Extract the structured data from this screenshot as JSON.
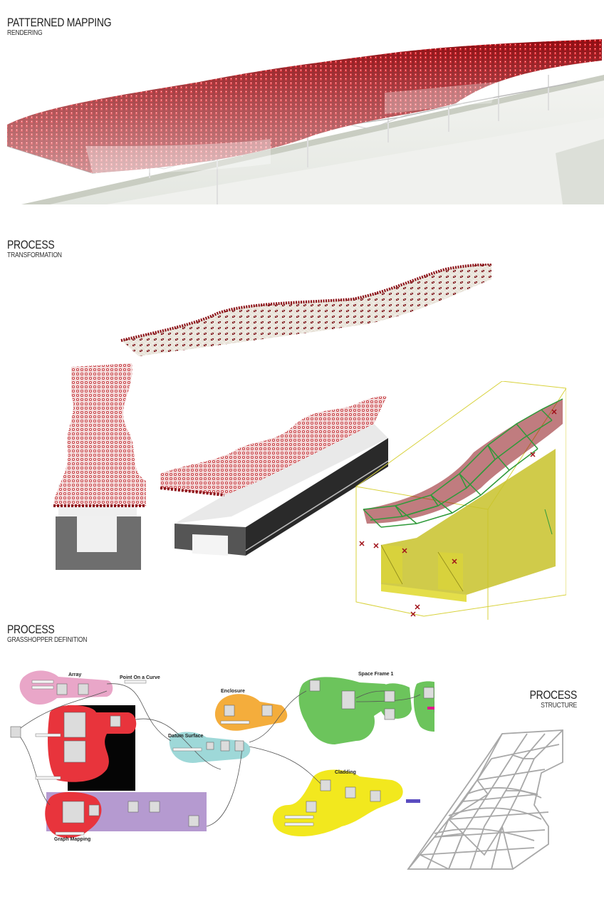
{
  "sections": {
    "rendering": {
      "heading": "PATTERNED MAPPING",
      "subheading": "RENDERING"
    },
    "transformation": {
      "heading": "PROCESS",
      "subheading": "TRANSFORMATION"
    },
    "grasshopper": {
      "heading": "PROCESS",
      "subheading": "GRASSHOPPER DEFINITION"
    },
    "structure": {
      "heading": "PROCESS",
      "subheading": "STRUCTURE"
    }
  },
  "grasshopper_groups": {
    "array": "Array",
    "point_on_curve": "Point On a Curve",
    "datum_surface": "Datum Surface",
    "enclosure": "Enclosure",
    "space_frame": "Space Frame 1",
    "cladding": "Cladding",
    "graph_mapping": "Graph Mapping"
  },
  "colors": {
    "canopy_red": "#c0141c",
    "array_group": "#e9a6c8",
    "graph_group": "#e8343c",
    "black_panel": "#050505",
    "purple_group": "#b59ad0",
    "datum_group": "#9ed8d8",
    "enclosure_group": "#f4ad3c",
    "space_frame_group": "#6cc45c",
    "cladding_group": "#f2e81e",
    "structure_gray": "#a8a8a8",
    "box_yellow": "#d8d23c"
  }
}
